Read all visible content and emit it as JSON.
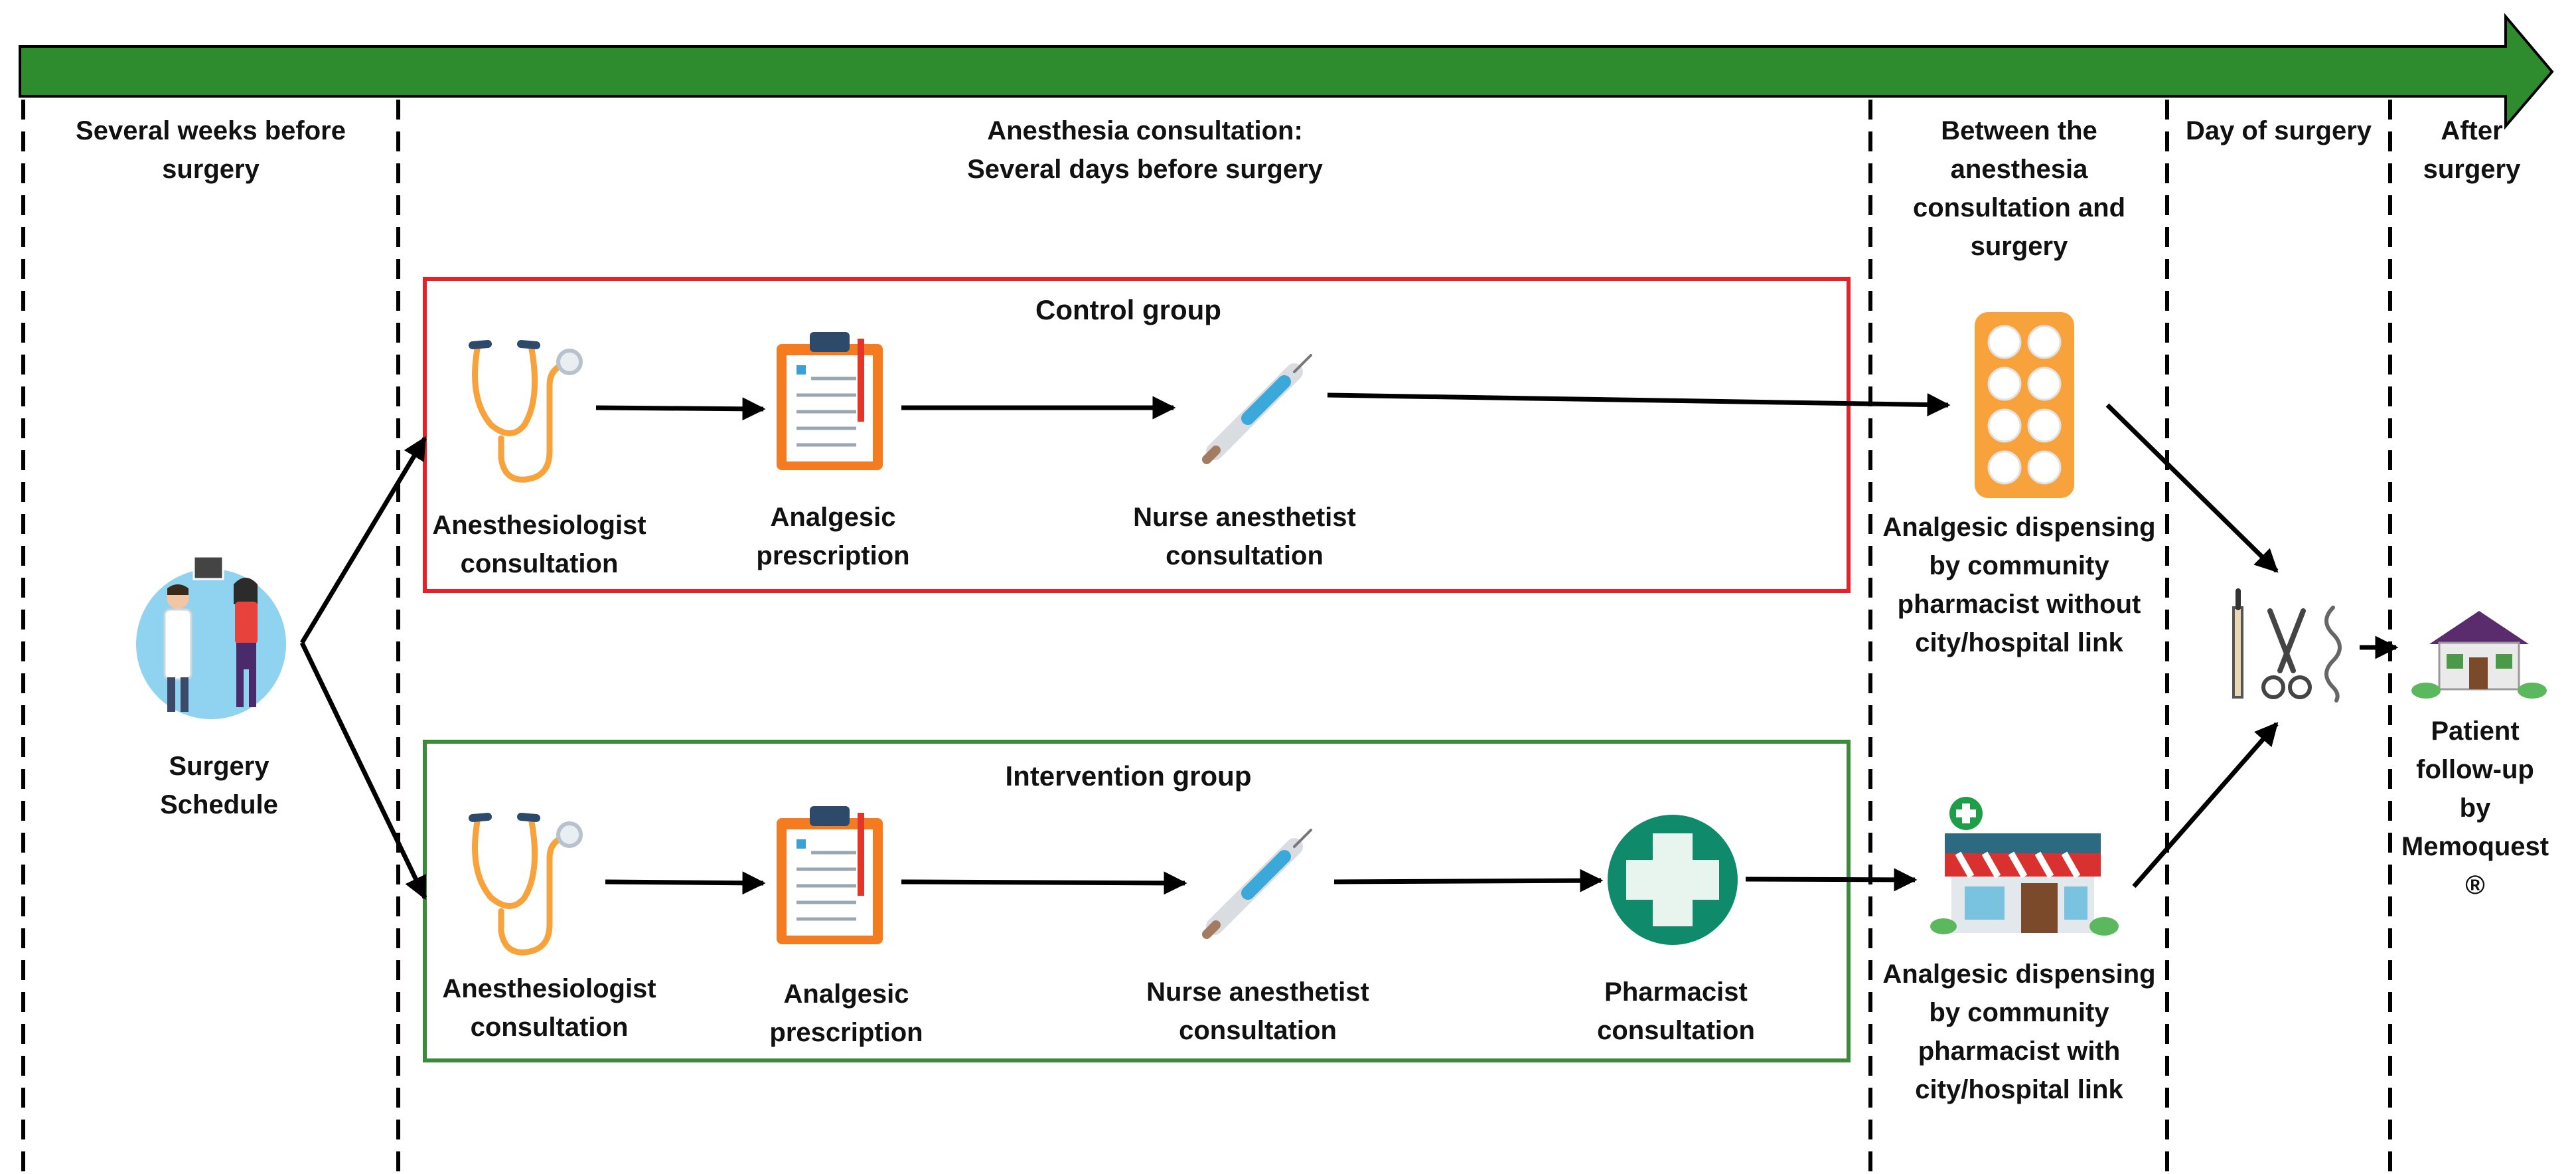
{
  "phases": {
    "p1": "Several weeks before\nsurgery",
    "p2": "Anesthesia consultation:\nSeveral days before surgery",
    "p3": "Between the\nanesthesia\nconsultation and\nsurgery",
    "p4": "Day of surgery",
    "p5": "After\nsurgery"
  },
  "groups": {
    "control": "Control group",
    "intervention": "Intervention group"
  },
  "nodes": {
    "schedule": "Surgery\nSchedule",
    "ctrl_anesth": "Anesthesiologist\nconsultation",
    "ctrl_rx": "Analgesic\nprescription",
    "ctrl_nurse": "Nurse anesthetist\nconsultation",
    "int_anesth": "Anesthesiologist\nconsultation",
    "int_rx": "Analgesic\nprescription",
    "int_nurse": "Nurse anesthetist\nconsultation",
    "int_pharm": "Pharmacist\nconsultation",
    "disp_without": "Analgesic dispensing\nby community\npharmacist without\ncity/hospital link",
    "disp_with": "Analgesic dispensing\nby community\npharmacist with\ncity/hospital link",
    "followup": "Patient\nfollow-up\nby\nMemoquest\n®"
  },
  "colors": {
    "timeline": "#2e8b2e",
    "control_border": "#e8202a",
    "intervention_border": "#3c8a3c",
    "icon_orange": "#f7a23b",
    "pharmacy_green": "#0f8a6a"
  }
}
